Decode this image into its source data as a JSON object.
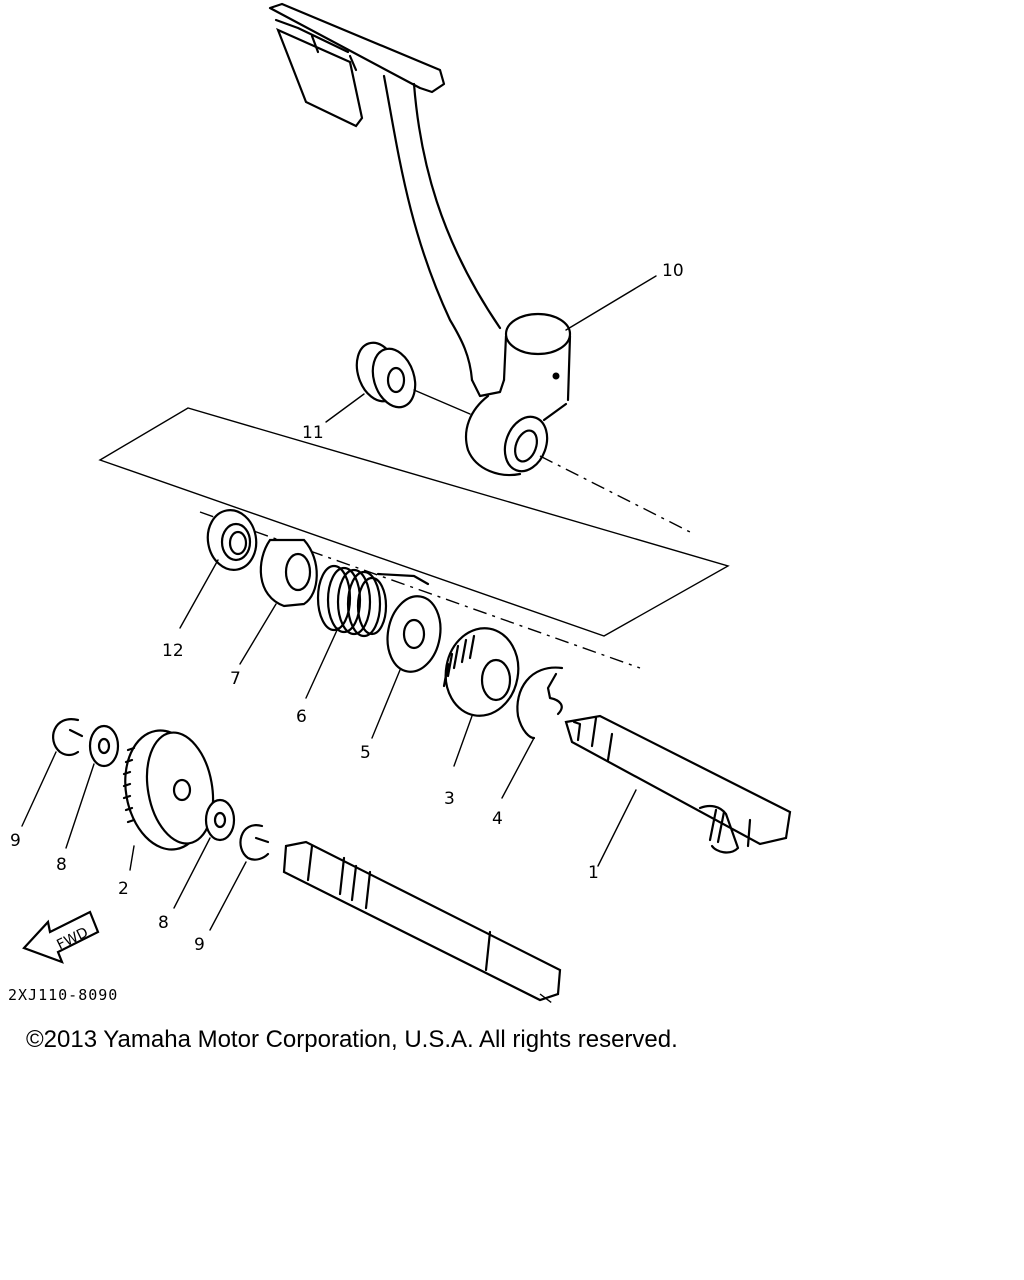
{
  "diagram": {
    "part_code": "2XJ110-8090",
    "fwd_label": "FWD",
    "callouts": [
      "1",
      "2",
      "3",
      "4",
      "5",
      "6",
      "7",
      "8",
      "8",
      "9",
      "9",
      "10",
      "11",
      "12"
    ]
  },
  "footer": {
    "copyright": "©2013 Yamaha Motor Corporation, U.S.A. All rights reserved."
  }
}
